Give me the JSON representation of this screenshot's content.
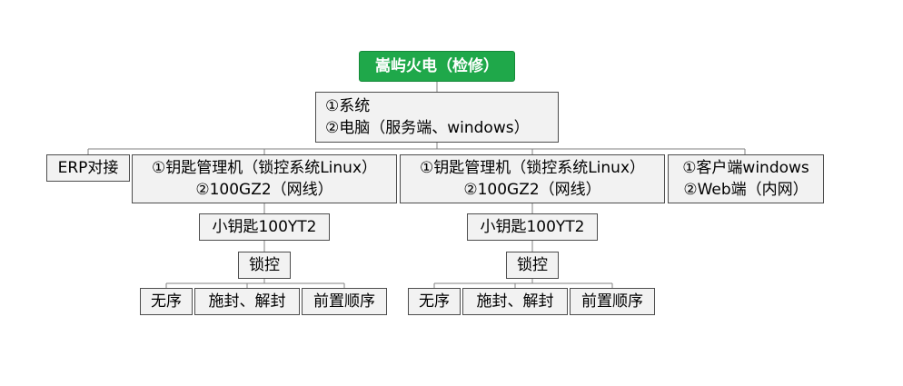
{
  "root": {
    "label": "嵩屿火电（检修）"
  },
  "system": {
    "lines": [
      "①系统",
      "②电脑（服务端、windows）"
    ]
  },
  "erp": {
    "label": "ERP对接"
  },
  "key_manager_a": {
    "lines": [
      "①钥匙管理机（锁控系统Linux）",
      "②100GZ2（网线）"
    ]
  },
  "key_manager_b": {
    "lines": [
      "①钥匙管理机（锁控系统Linux）",
      "②100GZ2（网线）"
    ]
  },
  "client": {
    "lines": [
      "①客户端windows",
      "②Web端（内网）"
    ]
  },
  "small_key_a": {
    "label": "小钥匙100YT2"
  },
  "small_key_b": {
    "label": "小钥匙100YT2"
  },
  "lock_control_a": {
    "label": "锁控"
  },
  "lock_control_b": {
    "label": "锁控"
  },
  "modes_a": [
    "无序",
    "施封、解封",
    "前置顺序"
  ],
  "modes_b": [
    "无序",
    "施封、解封",
    "前置顺序"
  ],
  "colors": {
    "root_fill": "#1fa84a",
    "node_fill": "#f2f2f2",
    "border": "#4d4d4d",
    "connector": "#808080"
  }
}
